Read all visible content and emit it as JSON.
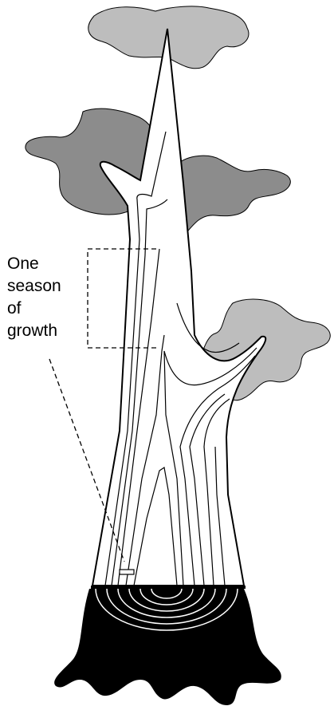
{
  "caption": {
    "lines": [
      "One",
      "season",
      "of",
      "growth"
    ]
  },
  "colors": {
    "foliage_light": "#bdbdbd",
    "foliage_dark": "#8c8c8c",
    "stump": "#000000",
    "trunk": "#ffffff",
    "outline": "#000000"
  }
}
